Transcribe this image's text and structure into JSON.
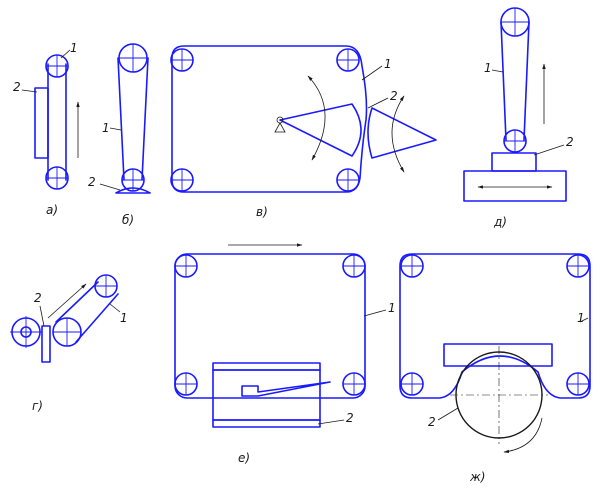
{
  "labels": {
    "one": "1",
    "two": "2"
  },
  "captions": {
    "a": "а)",
    "b": "б)",
    "v": "в)",
    "g": "г)",
    "d": "д)",
    "e": "е)",
    "zh": "ж)"
  },
  "colors": {
    "line": "#1a1aff",
    "ink": "#1a1a1a"
  }
}
